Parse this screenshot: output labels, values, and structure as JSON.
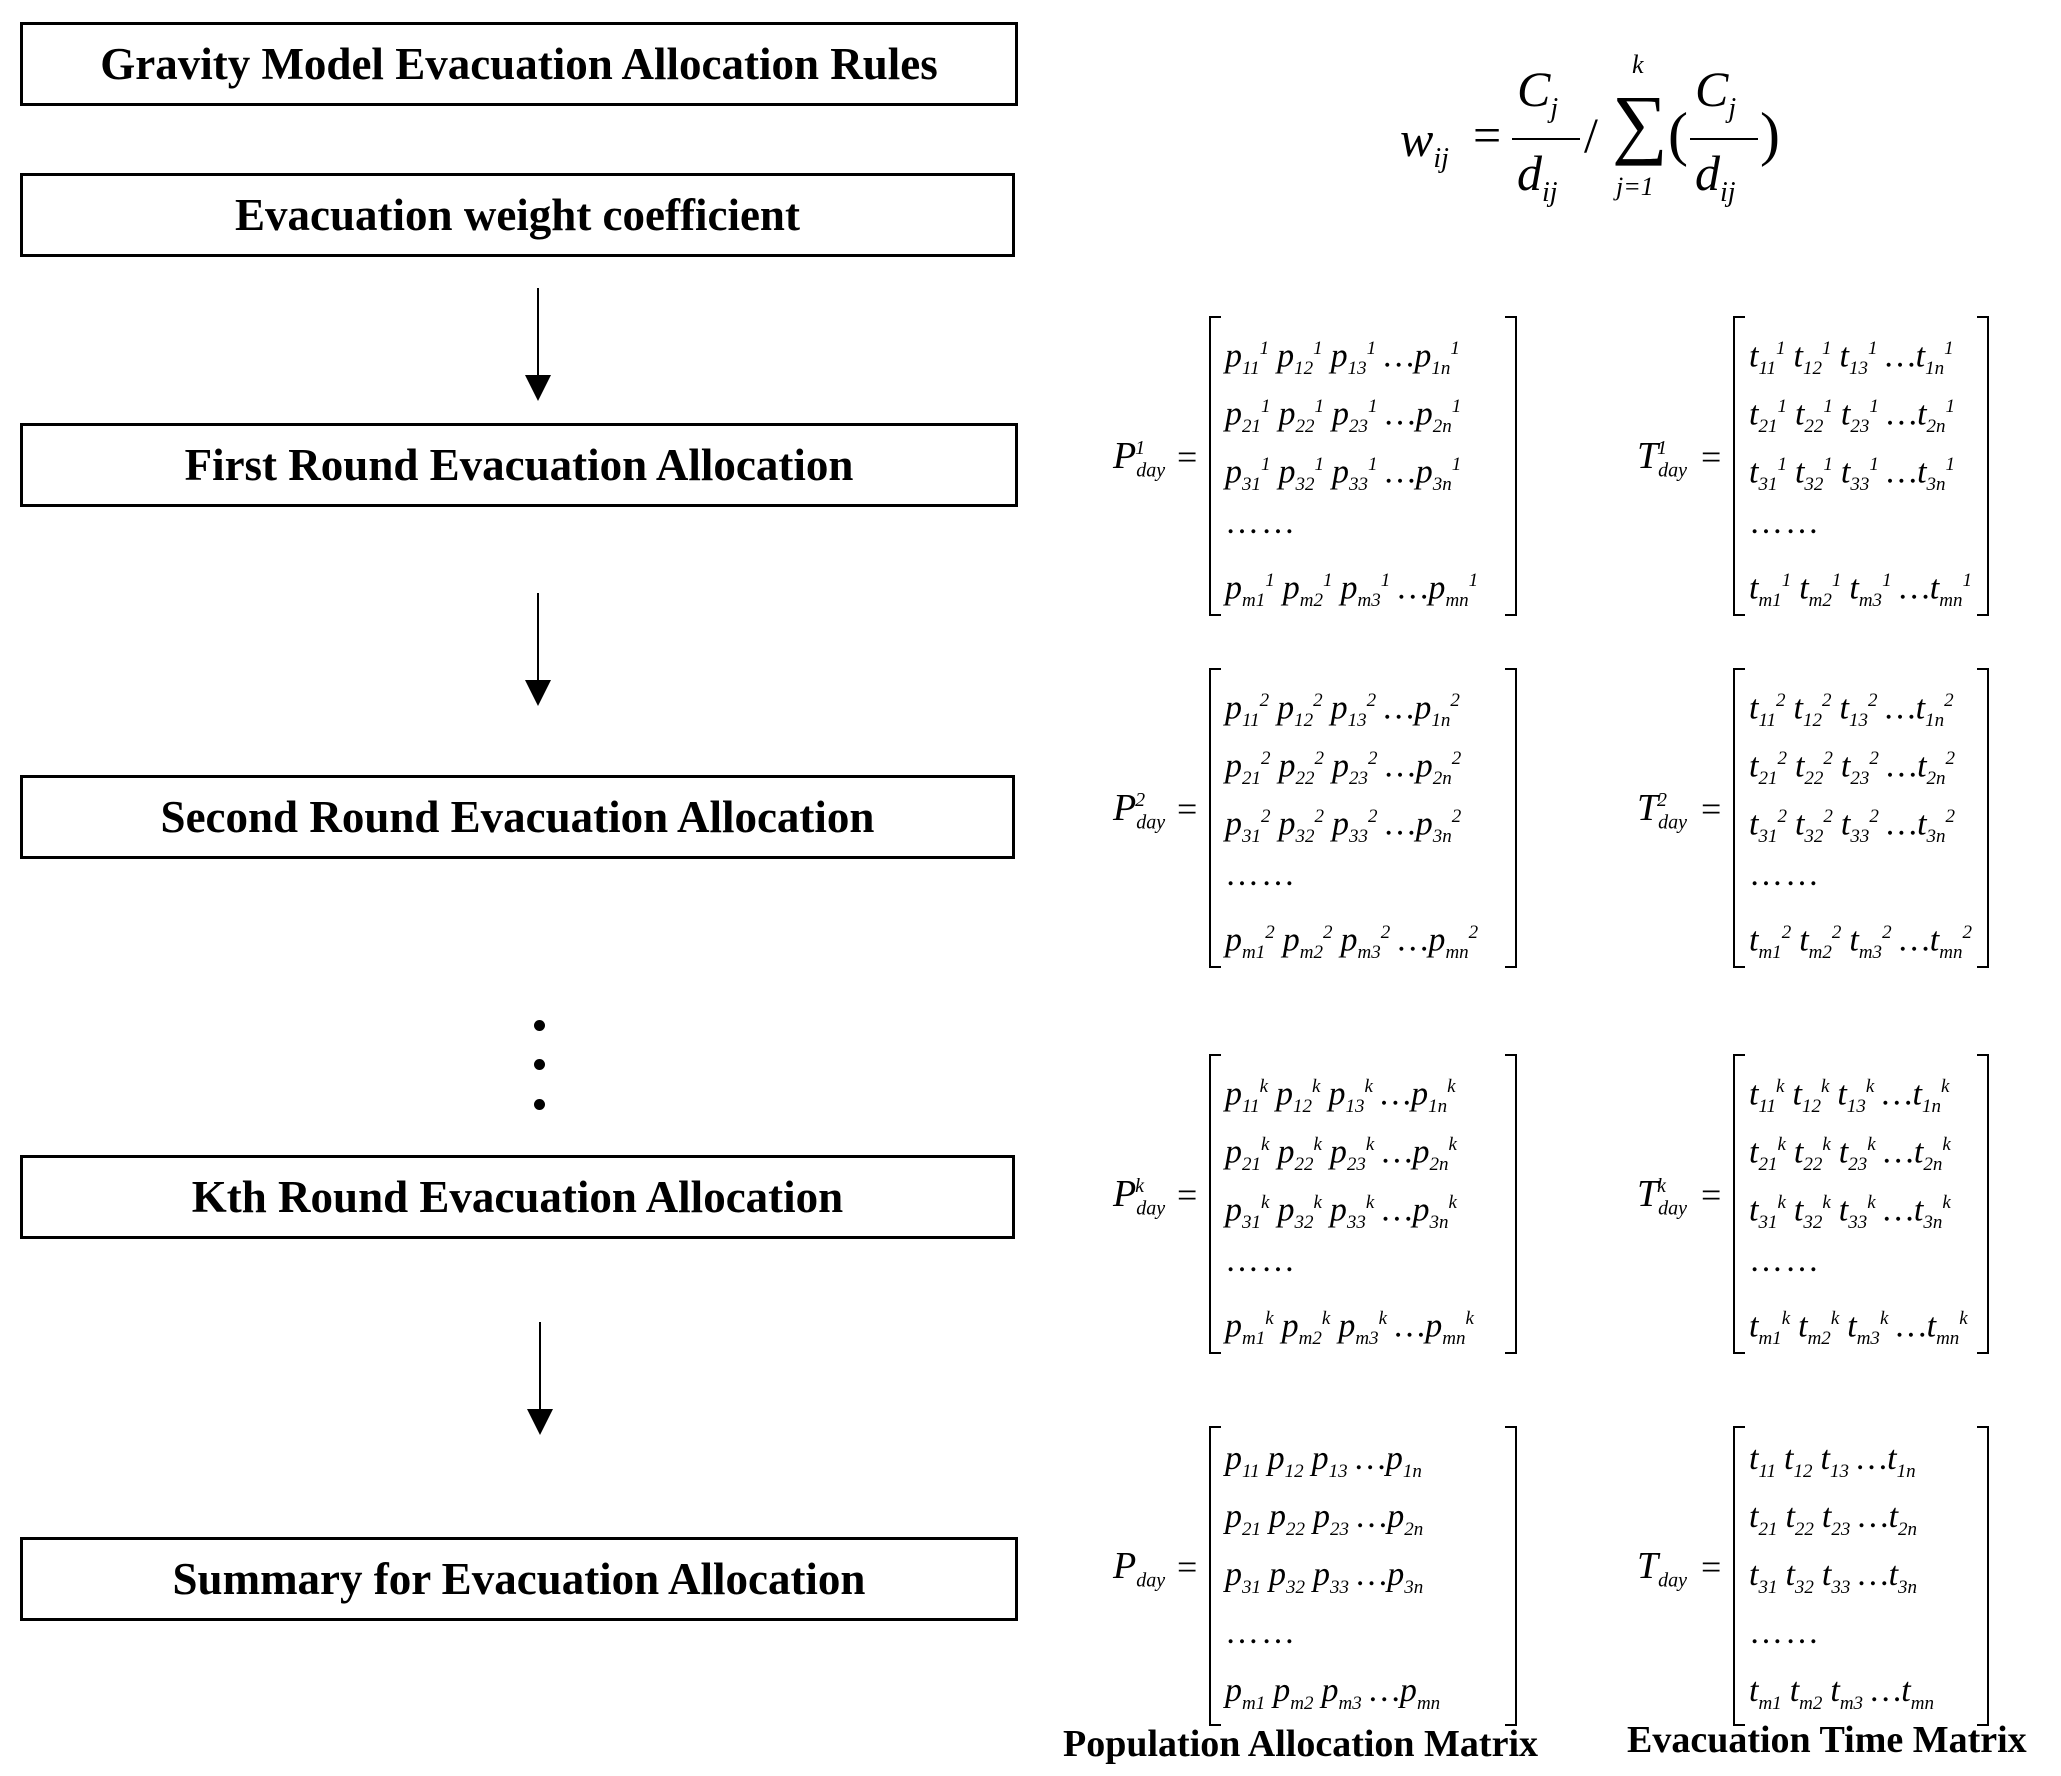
{
  "boxes": [
    {
      "label": "Gravity Model Evacuation Allocation Rules"
    },
    {
      "label": "Evacuation weight coefficient"
    },
    {
      "label": "First Round Evacuation Allocation"
    },
    {
      "label": "Second Round Evacuation Allocation"
    },
    {
      "label": "Kth Round Evacuation Allocation"
    },
    {
      "label": "Summary for Evacuation Allocation"
    }
  ],
  "formula": {
    "lhs": "w",
    "lhs_sub": "ij",
    "equals": "=",
    "num1": "C",
    "num1_sub": "j",
    "den1": "d",
    "den1_sub": "ij",
    "slash": "/",
    "sum": "∑",
    "sum_top": "k",
    "sum_bottom": "j=1",
    "lparen": "(",
    "num2": "C",
    "num2_sub": "j",
    "den2": "d",
    "den2_sub": "ij",
    "rparen": ")"
  },
  "captions": {
    "population": "Population Allocation Matrix",
    "time": "Evacuation Time Matrix"
  }
}
